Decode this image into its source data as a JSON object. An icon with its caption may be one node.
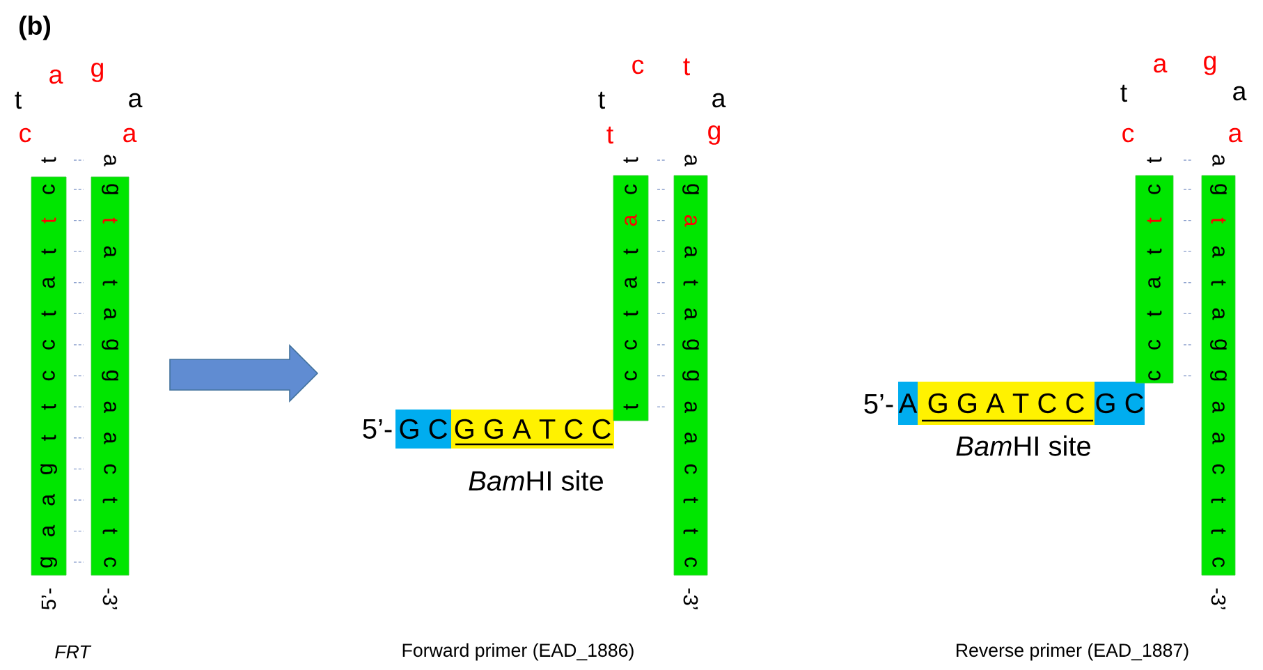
{
  "diagram": {
    "nodes": [
      {
        "text": [
          "c",
          "t",
          "t",
          "a",
          "t",
          "c",
          "c",
          "t",
          "t",
          "g",
          "a",
          "a",
          "g"
        ],
        "beside": [
          "5’-"
        ]
      },
      {
        "text": [
          "g",
          "t",
          "a",
          "t",
          "a",
          "g",
          "g",
          "a",
          "a",
          "c",
          "t",
          "t",
          "c"
        ],
        "beside": [
          "-3’"
        ]
      },
      {
        "text": [
          "G C"
        ]
      },
      {
        "text": [
          "G G A T C C"
        ]
      },
      {
        "text": [
          "c",
          "a",
          "t",
          "a",
          "t",
          "c",
          "c",
          "t"
        ]
      },
      {
        "text": [
          "g",
          "a",
          "a",
          "t",
          "a",
          "g",
          "g",
          "a",
          "a",
          "c",
          "t",
          "t",
          "c"
        ],
        "beside": [
          "-3’"
        ]
      },
      {
        "text": [
          "A"
        ]
      },
      {
        "text": [
          "G G A T C C"
        ]
      },
      {
        "text": [
          "G C"
        ]
      },
      {
        "text": [
          "c",
          "t",
          "t",
          "a",
          "t",
          "c",
          "c"
        ]
      },
      {
        "text": [
          "g",
          "t",
          "a",
          "t",
          "a",
          "g",
          "g",
          "a",
          "a",
          "c",
          "t",
          "t",
          "c"
        ],
        "beside": [
          "-3’"
        ]
      }
    ],
    "labels": [
      "(b)",
      "a",
      "g",
      "t",
      "a",
      "c",
      "a",
      "t",
      "a",
      "c",
      "t",
      "t",
      "a",
      "t",
      "g",
      "t",
      "a",
      "5’-",
      "Bam",
      "HI site",
      "a",
      "g",
      "t",
      "a",
      "c",
      "a",
      "t",
      "a",
      "5’-",
      "Bam",
      "HI site",
      "FRT",
      "Forward primer (EAD_1886)",
      "Reverse primer (EAD_1887)"
    ]
  }
}
